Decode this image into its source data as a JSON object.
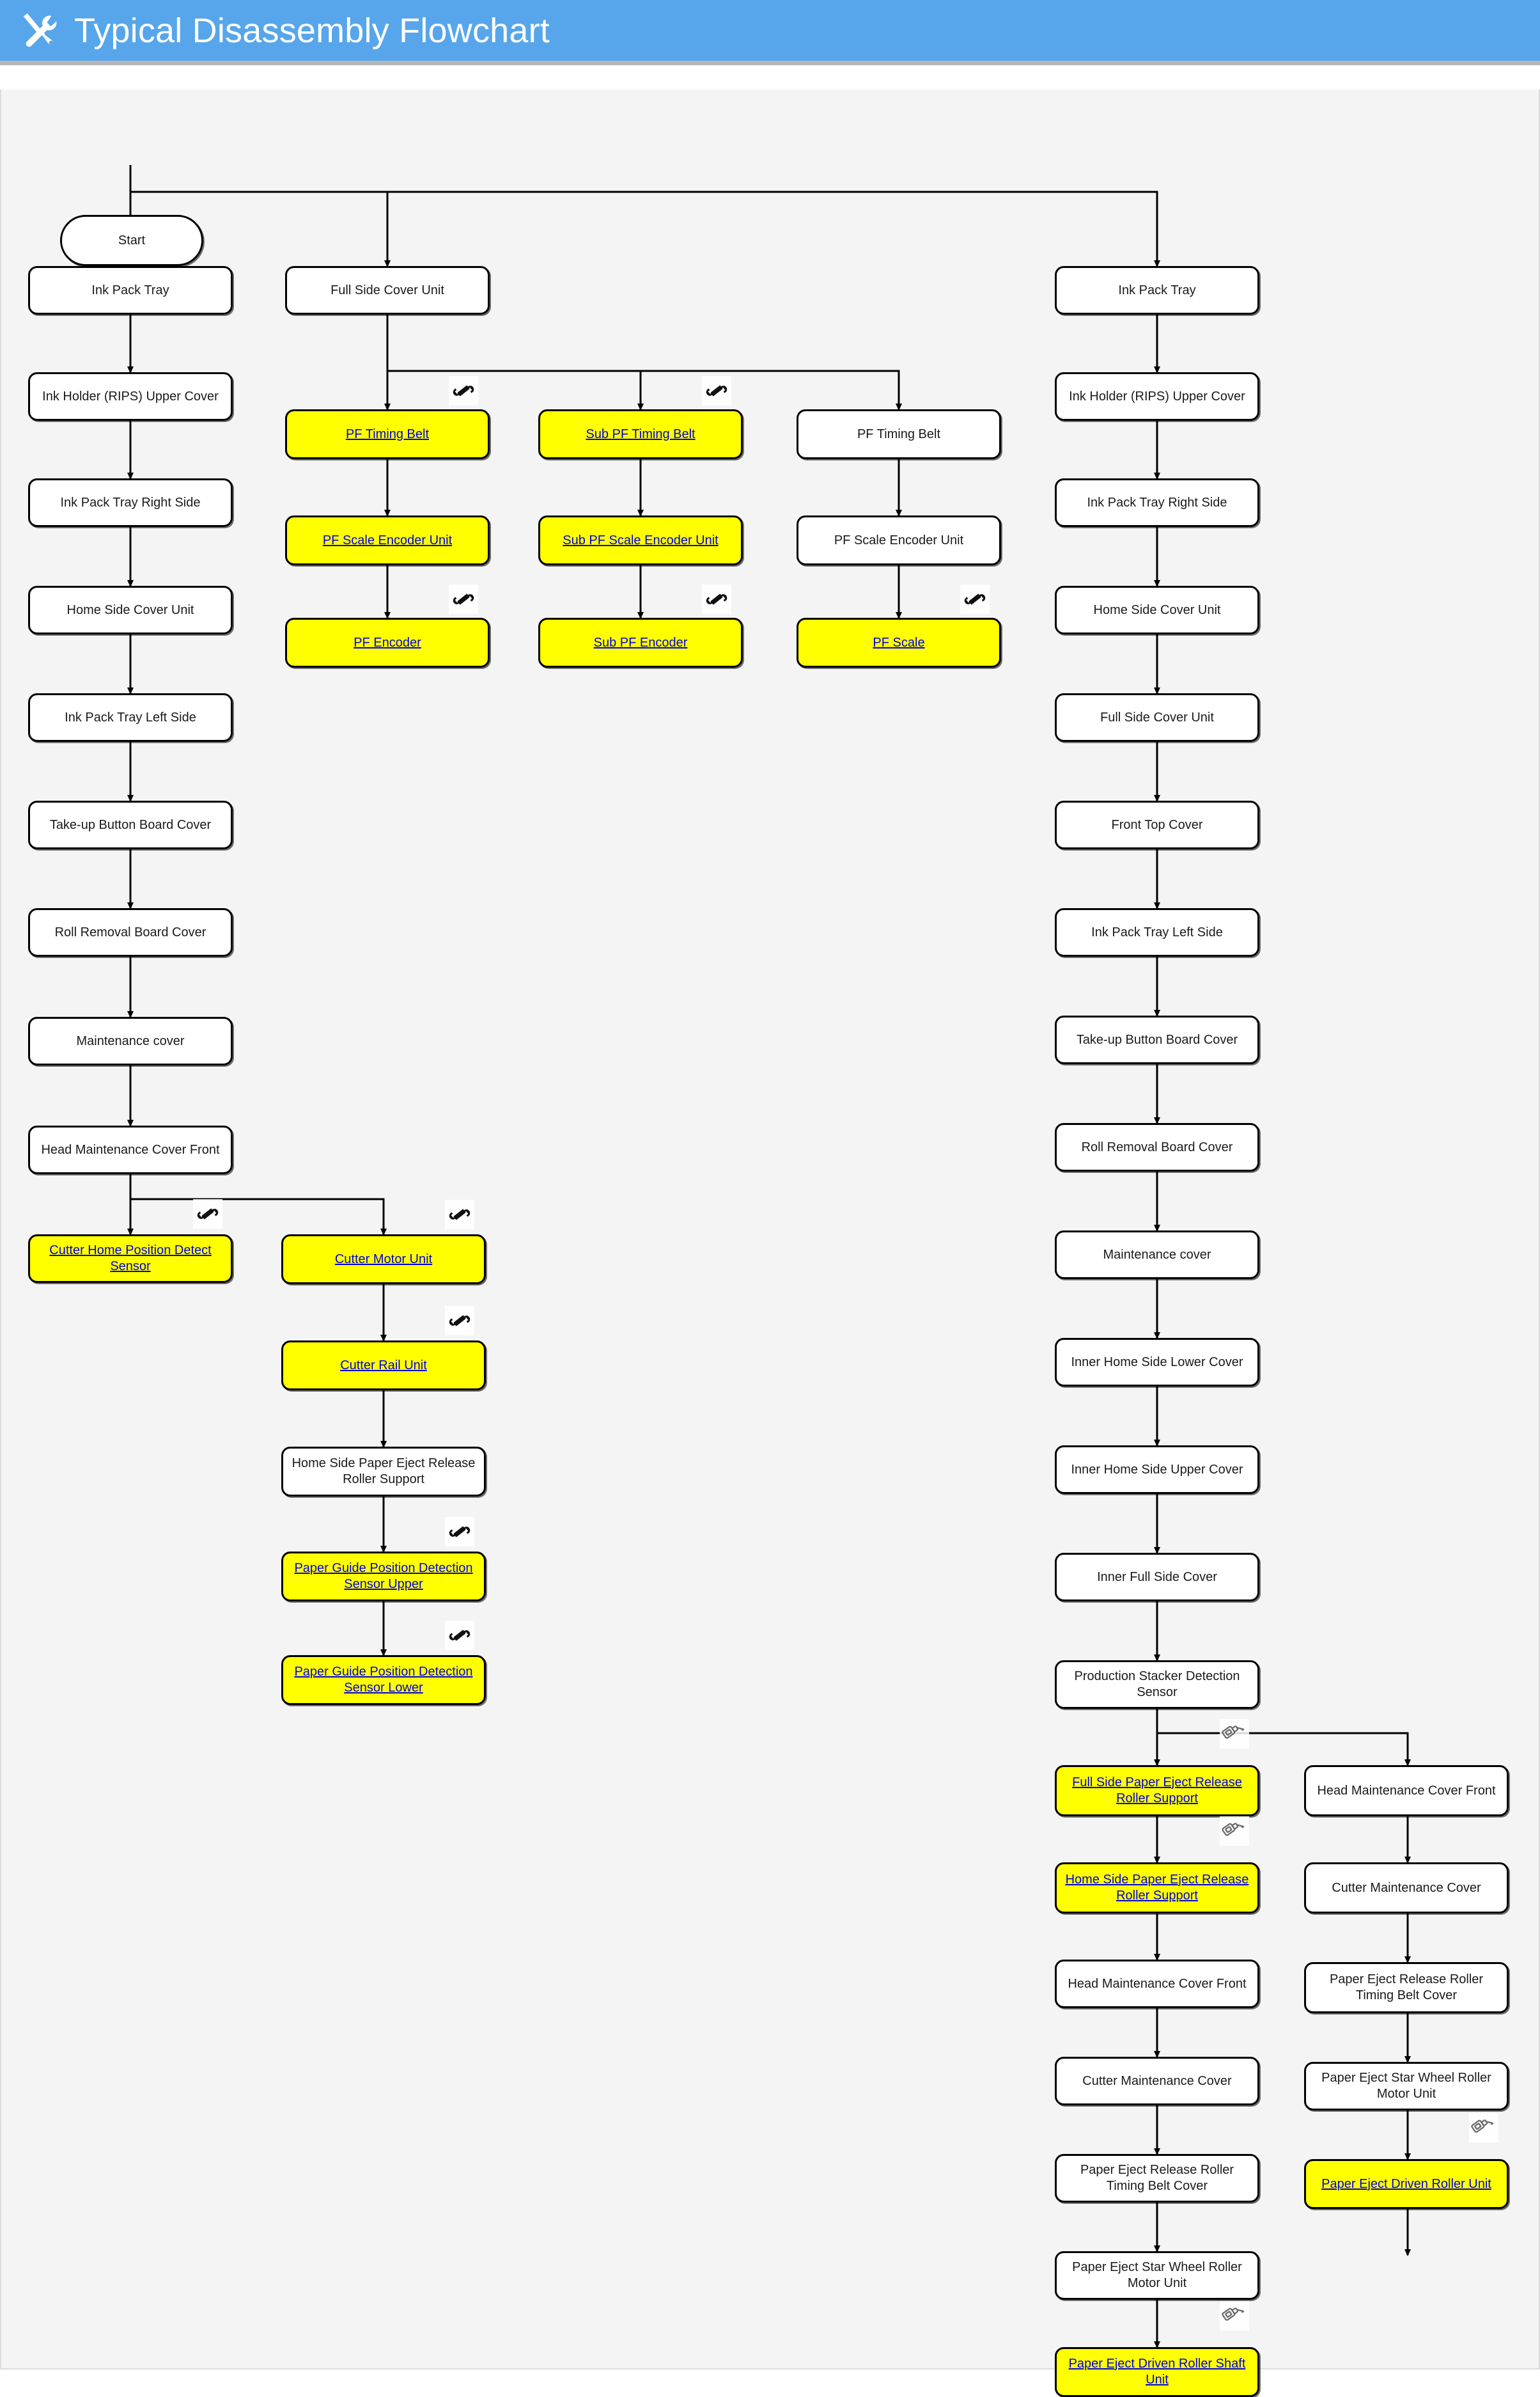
{
  "header": {
    "title": "Typical Disassembly Flowchart",
    "icon": "tools-wrench-screwdriver-icon",
    "bg_color": "#57a6eb",
    "text_color": "#ffffff"
  },
  "legend": {
    "highlight_color": "#ffff00",
    "link_color": "#0000dd",
    "node_fill": "#ffffff",
    "node_stroke": "#000000",
    "canvas_bg": "#f4f4f4"
  },
  "icons": {
    "wrench": "wrench-icon",
    "oiler": "oiler-grease-icon"
  },
  "nodes": {
    "start": "Start",
    "c1_1": "Ink Pack Tray",
    "c1_2": "Ink Holder (RIPS) Upper Cover",
    "c1_3": "Ink Pack Tray Right Side",
    "c1_4": "Home Side Cover Unit",
    "c1_5": "Ink Pack Tray Left Side",
    "c1_6": "Take-up Button Board Cover",
    "c1_7": "Roll Removal Board Cover",
    "c1_8": "Maintenance cover",
    "c1_9": "Head Maintenance Cover Front",
    "c1_10": "Cutter Home Position Detect Sensor",
    "c2_0": "Full Side Cover Unit",
    "c2_1": "PF Timing Belt",
    "c2_2": "PF Scale Encoder Unit",
    "c2_3": "PF Encoder",
    "c2_4": "Cutter Motor Unit",
    "c2_5": "Cutter Rail Unit",
    "c2_6": "Home Side Paper Eject Release Roller Support",
    "c2_7": "Paper Guide Position Detection Sensor Upper",
    "c2_8": "Paper Guide Position Detection Sensor Lower",
    "c3_1": "Sub PF Timing Belt",
    "c3_2": "Sub PF Scale Encoder Unit",
    "c3_3": "Sub PF Encoder",
    "c4_1": "PF Timing Belt",
    "c4_2": "PF Scale Encoder Unit",
    "c4_3": "PF Scale",
    "c5_1": "Ink Pack Tray",
    "c5_2": "Ink Holder (RIPS) Upper Cover",
    "c5_3": "Ink Pack Tray Right Side",
    "c5_4": "Home Side Cover Unit",
    "c5_5": "Full Side Cover Unit",
    "c5_6": "Front Top Cover",
    "c5_7": "Ink Pack Tray Left Side",
    "c5_8": "Take-up Button Board Cover",
    "c5_9": "Roll Removal Board Cover",
    "c5_10": "Maintenance cover",
    "c5_11": "Inner Home Side Lower Cover",
    "c5_12": "Inner Home Side Upper Cover",
    "c5_13": "Inner Full Side Cover",
    "c5_14": "Production Stacker Detection Sensor",
    "c5_15": "Full Side Paper Eject Release Roller Support",
    "c5_16": "Home Side Paper Eject Release Roller Support",
    "c5_17": "Head Maintenance Cover Front",
    "c5_18": "Cutter Maintenance Cover",
    "c5_19": "Paper Eject Release Roller Timing Belt Cover",
    "c5_20": "Paper Eject Star Wheel Roller Motor Unit",
    "c5_21": "Paper Eject Driven Roller Shaft Unit",
    "c6_1": "Head Maintenance Cover Front",
    "c6_2": "Cutter Maintenance Cover",
    "c6_3": "Paper Eject Release Roller Timing Belt Cover",
    "c6_4": "Paper Eject Star Wheel Roller Motor Unit",
    "c6_5": "Paper Eject Driven Roller Unit"
  }
}
